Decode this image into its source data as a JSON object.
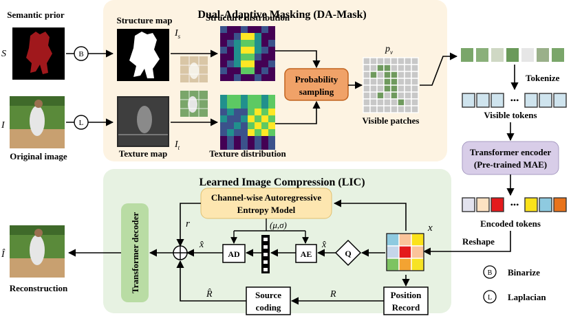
{
  "panels": {
    "da_mask_title": "Dual-Adaptive Masking (DA-Mask)",
    "lic_title": "Learned Image Compression (LIC)"
  },
  "left": {
    "semantic_prior": "Semantic prior",
    "s_symbol": "S",
    "i_symbol": "I",
    "original_image": "Original image",
    "i_hat_symbol": "Î",
    "reconstruction": "Reconstruction"
  },
  "mask": {
    "structure_map": "Structure map",
    "is_symbol": "I",
    "is_sub": "s",
    "texture_map": "Texture map",
    "it_symbol": "I",
    "it_sub": "t",
    "structure_distribution": "Structure distribution",
    "texture_distribution": "Texture distribution",
    "probability_line1": "Probability",
    "probability_line2": "sampling",
    "pv_symbol": "p",
    "pv_sub": "v",
    "visible_patches": "Visible patches"
  },
  "ops": {
    "binarize_glyph": "B",
    "laplacian_glyph": "L",
    "binarize_label": "Binarize",
    "laplacian_label": "Laplacian"
  },
  "right": {
    "tokenize": "Tokenize",
    "visible_tokens": "Visible tokens",
    "transformer_line1": "Transformer encoder",
    "transformer_line2": "(Pre-trained MAE)",
    "encoded_tokens": "Encoded tokens",
    "reshape": "Reshape",
    "x_symbol": "x",
    "dots": "•••"
  },
  "lic": {
    "entropy_line1": "Channel-wise Autoregressive",
    "entropy_line2": "Entropy Model",
    "mu_sigma": "(μ,σ)",
    "r_symbol": "r",
    "xhat_left": "x̂",
    "xhat_right": "x̂",
    "ad": "AD",
    "ae": "AE",
    "q": "Q",
    "transformer_decoder": "Transformer decoder",
    "source_line1": "Source",
    "source_line2": "coding",
    "position_line1": "Position",
    "position_line2": "Record",
    "rhat_symbol": "R̂",
    "R_symbol": "R"
  },
  "colors": {
    "da_panel": "#fdf3e2",
    "lic_panel": "#e7f2e2",
    "probability_box": "#f0a268",
    "transformer_box": "#d8cde8",
    "entropy_box": "#fde6b0",
    "decoder_box": "#b9dca4",
    "token_fill": "#cfe4ee",
    "encoded_token_colors": [
      "#e3e3ee",
      "#fde2c2",
      "#e41a1c",
      "#fbe21a",
      "#8ecae0",
      "#e8731c"
    ],
    "latent_grid_colors": [
      "#8ecae0",
      "#fbc49a",
      "#fbe21a",
      "#c5d6ea",
      "#e41a1c",
      "#fbc49a",
      "#7dc361",
      "#f3a332",
      "#f7e324"
    ]
  }
}
